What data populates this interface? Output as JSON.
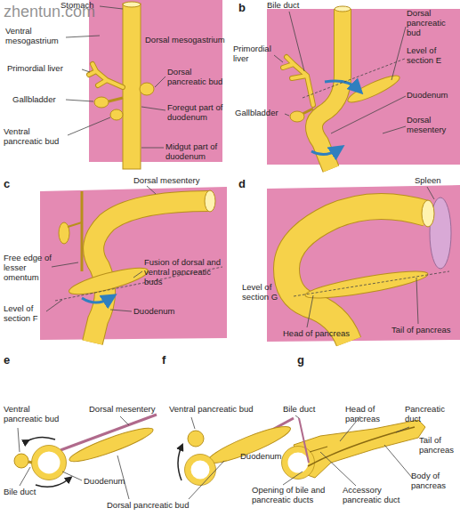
{
  "diagram": {
    "labels": [
      "zhentun.com",
      "Stomach",
      "Ventral mesogastrium",
      "Dorsal mesogastrium",
      "Primordial liver",
      "Dorsal pancreatic bud",
      "Gallbladder",
      "Foregut part of duodenum",
      "Ventral pancreatic bud",
      "Midgut part of duodenum",
      "b",
      "Bile duct",
      "Dorsal pancreatic bud",
      "Primordial liver",
      "Level of section E",
      "Gallbladder",
      "Duodenum",
      "Dorsal mesentery",
      "c",
      "Dorsal mesentery",
      "Free edge of lesser omentum",
      "Fusion of dorsal and ventral pancreatic buds",
      "Level of section F",
      "Duodenum",
      "d",
      "Spleen",
      "Level of section G",
      "Head of pancreas",
      "Tail of pancreas",
      "e",
      "Ventral pancreatic bud",
      "Dorsal mesentery",
      "Duodenum",
      "Bile duct",
      "Dorsal pancreatic bud",
      "f",
      "Ventral pancreatic bud",
      "g",
      "Bile duct",
      "Head of pancreas",
      "Pancreatic duct",
      "Duodenum",
      "Tail of pancreas",
      "Body of pancreas",
      "Opening of bile and pancreatic ducts",
      "Accessory pancreatic duct"
    ]
  }
}
